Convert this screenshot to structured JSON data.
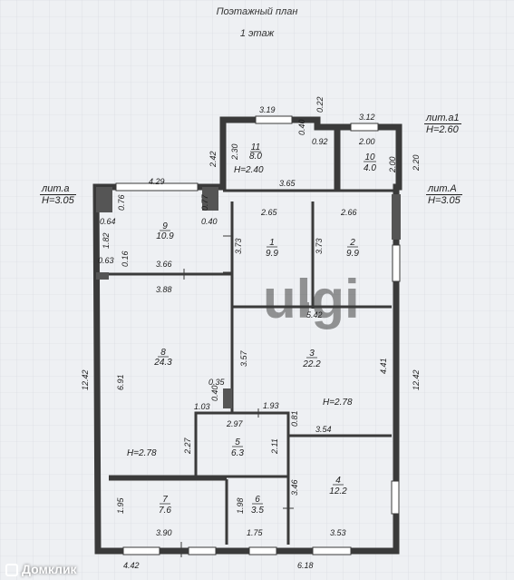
{
  "title": "Поэтажный план",
  "floor": "1 этаж",
  "labels": {
    "lit_a1": "лит.а1",
    "lit_a1_h": "Н=2.60",
    "lit_a": "лит.а",
    "lit_a_h": "Н=3.05",
    "lit_A": "лит.А",
    "lit_A_h": "Н=3.05"
  },
  "rooms": [
    {
      "num": "1",
      "area": "9.9"
    },
    {
      "num": "2",
      "area": "9.9"
    },
    {
      "num": "3",
      "area": "22.2"
    },
    {
      "num": "4",
      "area": "12.2"
    },
    {
      "num": "5",
      "area": "6.3"
    },
    {
      "num": "6",
      "area": "3.5"
    },
    {
      "num": "7",
      "area": "7.6"
    },
    {
      "num": "8",
      "area": "24.3"
    },
    {
      "num": "9",
      "area": "10.9"
    },
    {
      "num": "10",
      "area": "4.0"
    },
    {
      "num": "11",
      "area": "8.0"
    }
  ],
  "heights": [
    "Н=2.40",
    "Н=2.78",
    "Н=2.78"
  ],
  "dimensions": [
    "3.19",
    "0.22",
    "3.12",
    "0.40",
    "0.92",
    "2.00",
    "2.42",
    "2.30",
    "2.00",
    "2.20",
    "3.65",
    "4.29",
    "0.76",
    "0.77",
    "0.64",
    "0.40",
    "1.82",
    "0.63",
    "0.16",
    "2.65",
    "2.66",
    "3.73",
    "3.73",
    "3.66",
    "3.88",
    "5.42",
    "12.42",
    "6.91",
    "3.57",
    "4.41",
    "12.42",
    "0.35",
    "0.40",
    "1.03",
    "1.93",
    "2.97",
    "0.81",
    "3.54",
    "2.27",
    "2.11",
    "3.46",
    "1.95",
    "1.98",
    "3.90",
    "1.75",
    "3.53",
    "4.42",
    "6.18"
  ],
  "brand": "Домклик",
  "watermark": "ulgi"
}
